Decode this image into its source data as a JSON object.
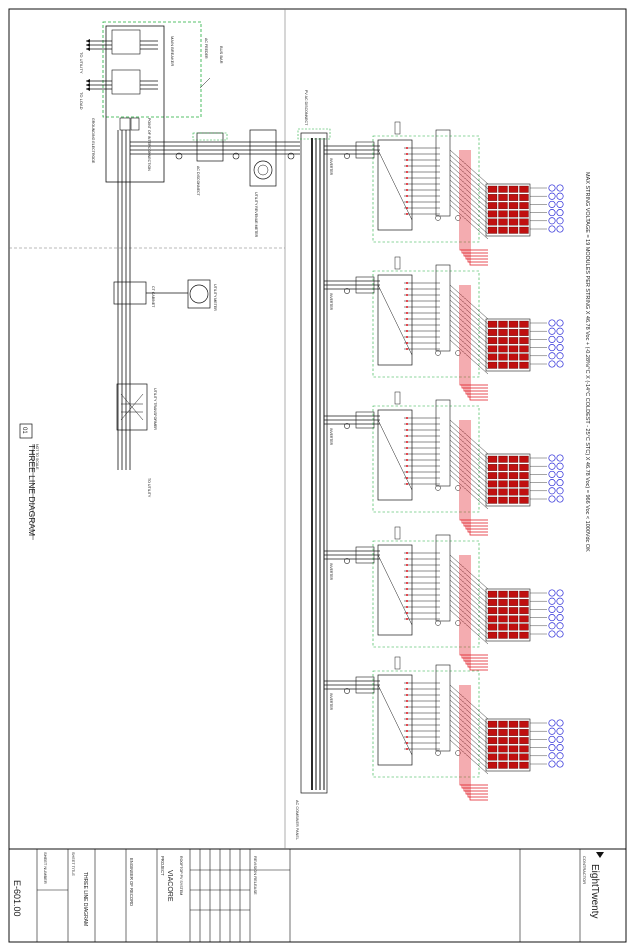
{
  "diagram": {
    "title": "THREE LINE DIAGRAM",
    "detail_number": "01",
    "scale": "NOT TO SCALE",
    "string_note": "MAX STRING VOLTAGE = 19 MODULES PER STRING X 46.78 Voc + (-0.28%/°C X (-14°C COLDEST - 25°C STC) X 46.78 Voc) = 966 Voc < 1000Vdc OK",
    "inverter_count": 5,
    "strings_per_inverter": 6,
    "labels": {
      "main_breaker": "MAIN BREAKER",
      "to_utility_top": "TO UTILITY",
      "to_load": "TO LOAD",
      "meter_note": "UTILITY REVENUE METER",
      "ac_disconnect": "AC DISCONNECT",
      "pv_disconnect": "PV AC DISCONNECT",
      "combiner": "AC COMBINER PANEL",
      "inverter_tag": "INVERTER",
      "ct_cabinet": "CT CABINET",
      "utility_meter": "UTILITY METER",
      "transformer": "UTILITY TRANSFORMER",
      "to_utility_bottom": "TO UTILITY",
      "service_note": "POINT OF INTERCONNECTION",
      "feeder_note": "AC FEEDER",
      "grounding_note": "GROUNDING ELECTRODE",
      "bus_note": "BUS BAR"
    }
  },
  "title_block": {
    "company": "EightTwenty",
    "contractor": "CONTRACTOR",
    "revision_heading": "REVISION RELEASE",
    "project_heading": "PROJECT",
    "project_name": "VIACORE",
    "project_system": "ROOFTOP PV SYSTEM",
    "engineer_heading": "ENGINEER OF RECORD",
    "sheet_title_heading": "SHEET TITLE",
    "sheet_title": "THREE LINE DIAGRAM",
    "sheet_number": "E-601.00",
    "sheet_number_heading": "SHEET NUMBER"
  },
  "colors": {
    "line": "#1a1a1a",
    "dc_red": "#e0141e",
    "string_blue": "#2a2ad8",
    "ground_green": "#1fae3a",
    "module_red": "#c01010"
  }
}
